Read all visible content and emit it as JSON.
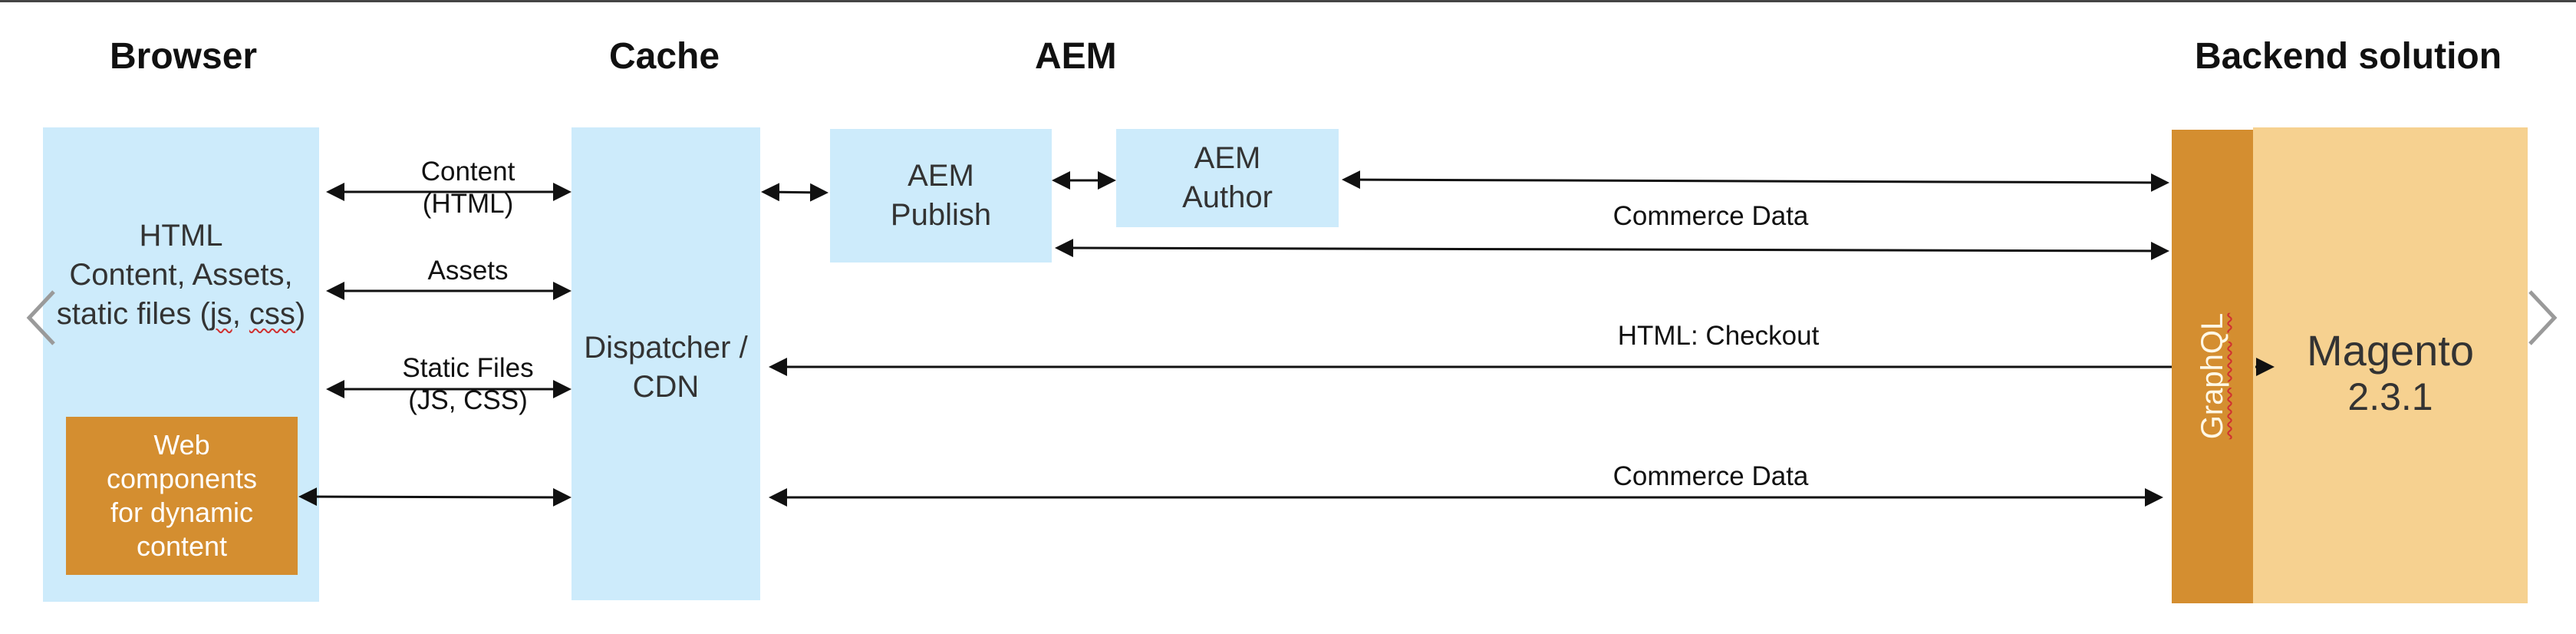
{
  "headers": {
    "browser": "Browser",
    "cache": "Cache",
    "aem": "AEM",
    "backend": "Backend solution"
  },
  "browser_box": {
    "line1": "HTML",
    "line2": "Content, Assets,",
    "line3_prefix": "static files (",
    "line3_js": "js",
    "line3_sep": ", ",
    "line3_css": "css",
    "line3_suffix": ")"
  },
  "web_components": {
    "line1": "Web",
    "line2": "components",
    "line3": "for dynamic",
    "line4": "content"
  },
  "dispatcher": {
    "line1": "Dispatcher /",
    "line2": "CDN"
  },
  "aem_publish": {
    "line1": "AEM",
    "line2": "Publish"
  },
  "aem_author": {
    "line1": "AEM",
    "line2": "Author"
  },
  "graphql": "GraphQL",
  "magento": {
    "name": "Magento",
    "version": "2.3.1"
  },
  "labels": {
    "content": "Content",
    "content_html": "(HTML)",
    "assets": "Assets",
    "static_files": "Static Files",
    "static_files_sub": "(JS, CSS)",
    "commerce_data_top": "Commerce Data",
    "html_checkout": "HTML: Checkout",
    "commerce_data_bottom": "Commerce Data"
  },
  "colors": {
    "light_blue": "#cdebfb",
    "orange": "#d48e30",
    "peach": "#f6d190",
    "arrow": "#111111",
    "nav_chevron": "#9a9a9a"
  }
}
